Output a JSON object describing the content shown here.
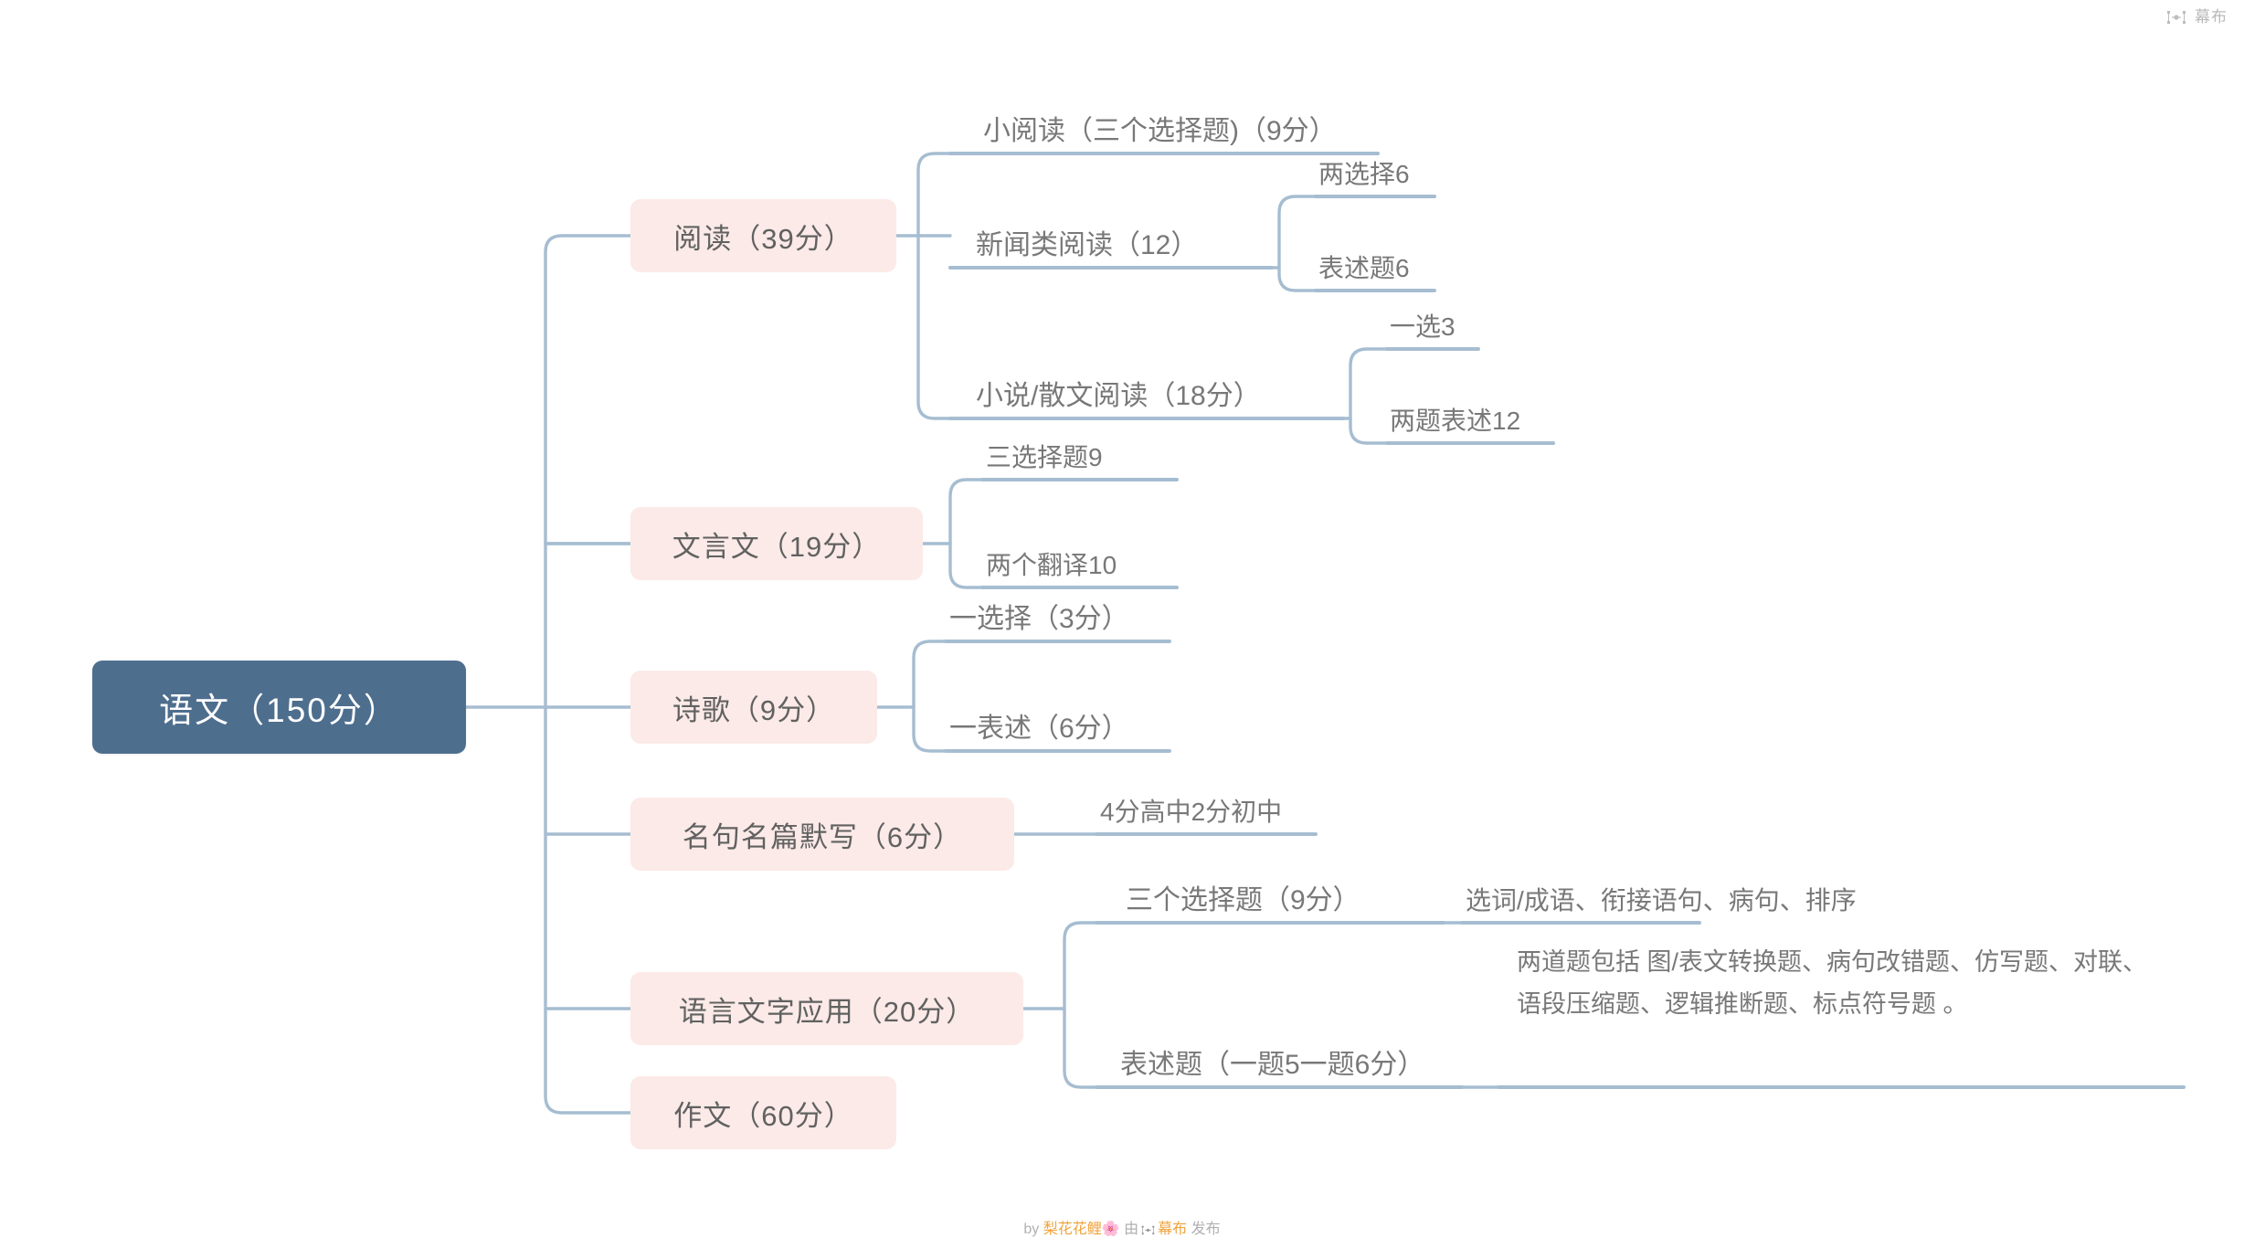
{
  "app": {
    "brand_name": "幕布",
    "brand_icon": "mubu-logo-icon"
  },
  "mindmap": {
    "root": {
      "label": "语文（150分）",
      "color": "#4e6e8e",
      "text_color": "#ffffff"
    },
    "branch_color": "#a6bdd1",
    "branch_fill": "#fbeae7",
    "branch_text_color": "#616161",
    "leaf_text_color": "#787878",
    "branches": [
      {
        "label": "阅读（39分）",
        "children": [
          {
            "label": "小阅读（三个选择题)（9分）",
            "children": []
          },
          {
            "label": "新闻类阅读（12）",
            "children": [
              {
                "label": "两选择6"
              },
              {
                "label": "表述题6"
              }
            ]
          },
          {
            "label": "小说/散文阅读（18分）",
            "children": [
              {
                "label": "一选3"
              },
              {
                "label": "两题表述12"
              }
            ]
          }
        ]
      },
      {
        "label": "文言文（19分）",
        "children": [
          {
            "label": "三选择题9",
            "children": []
          },
          {
            "label": "两个翻译10",
            "children": []
          }
        ]
      },
      {
        "label": "诗歌（9分）",
        "children": [
          {
            "label": "一选择（3分）",
            "children": []
          },
          {
            "label": "一表述（6分）",
            "children": []
          }
        ]
      },
      {
        "label": "名句名篇默写（6分）",
        "children": [
          {
            "label": "4分高中2分初中",
            "children": []
          }
        ]
      },
      {
        "label": "语言文字应用（20分）",
        "children": [
          {
            "label": "三个选择题（9分）",
            "children": [
              {
                "label": "选词/成语、衔接语句、病句、排序"
              }
            ]
          },
          {
            "label": "表述题（一题5一题6分）",
            "children": [
              {
                "label": "两道题包括 图/表文转换题、病句改错题、仿写题、对联、语段压缩题、逻辑推断题、标点符号题 。"
              }
            ]
          }
        ]
      },
      {
        "label": "作文（60分）",
        "children": []
      }
    ]
  },
  "footer": {
    "by_label": "by",
    "author": "梨花花鲤",
    "sakura": "🌸",
    "via_label": "由",
    "platform": "幕布",
    "publish_label": "发布"
  }
}
